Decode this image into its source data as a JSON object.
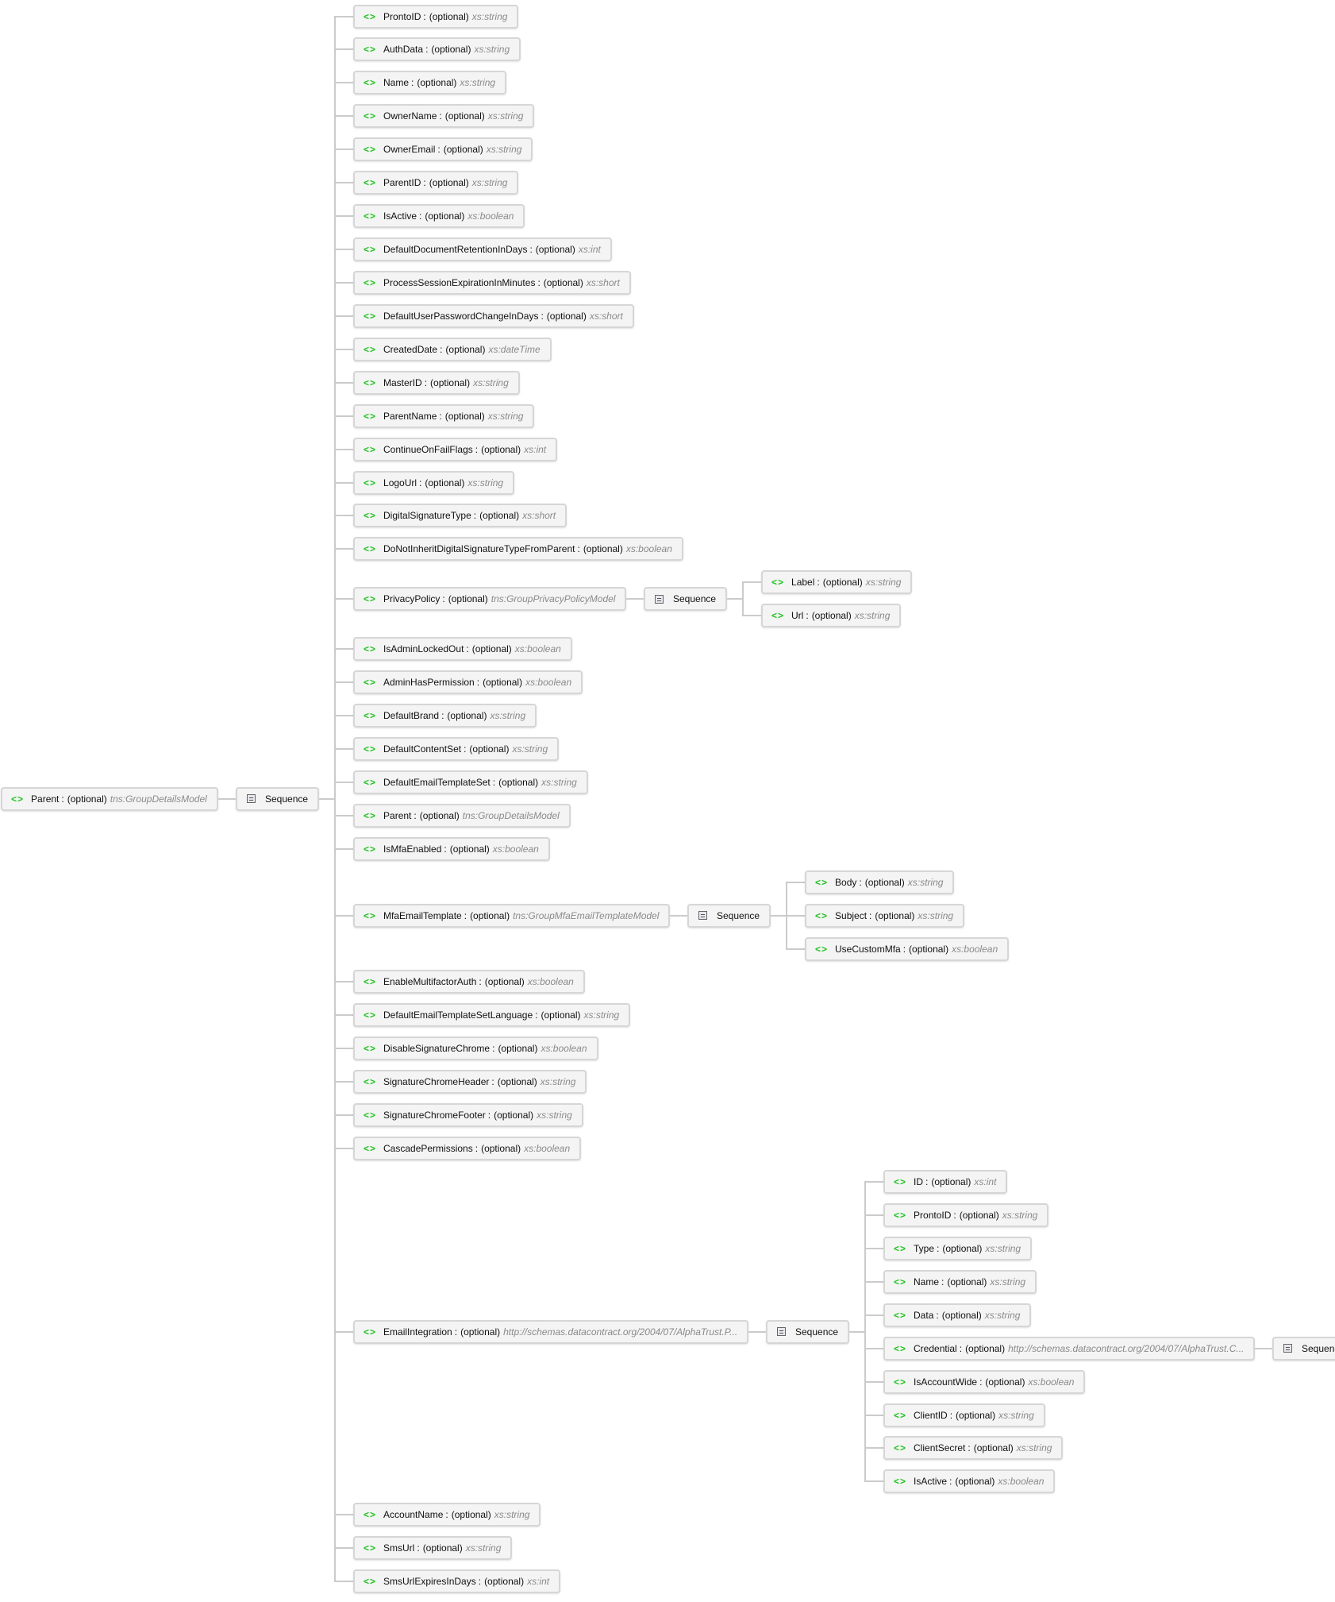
{
  "root": {
    "name": "Parent",
    "occurs": "(optional)",
    "type": "tns:GroupDetailsModel",
    "sequence": {
      "label": "Sequence",
      "children": [
        {
          "name": "ProntoID",
          "occurs": "(optional)",
          "type": "xs:string"
        },
        {
          "name": "AuthData",
          "occurs": "(optional)",
          "type": "xs:string"
        },
        {
          "name": "Name",
          "occurs": "(optional)",
          "type": "xs:string"
        },
        {
          "name": "OwnerName",
          "occurs": "(optional)",
          "type": "xs:string"
        },
        {
          "name": "OwnerEmail",
          "occurs": "(optional)",
          "type": "xs:string"
        },
        {
          "name": "ParentID",
          "occurs": "(optional)",
          "type": "xs:string"
        },
        {
          "name": "IsActive",
          "occurs": "(optional)",
          "type": "xs:boolean"
        },
        {
          "name": "DefaultDocumentRetentionInDays",
          "occurs": "(optional)",
          "type": "xs:int"
        },
        {
          "name": "ProcessSessionExpirationInMinutes",
          "occurs": "(optional)",
          "type": "xs:short"
        },
        {
          "name": "DefaultUserPasswordChangeInDays",
          "occurs": "(optional)",
          "type": "xs:short"
        },
        {
          "name": "CreatedDate",
          "occurs": "(optional)",
          "type": "xs:dateTime"
        },
        {
          "name": "MasterID",
          "occurs": "(optional)",
          "type": "xs:string"
        },
        {
          "name": "ParentName",
          "occurs": "(optional)",
          "type": "xs:string"
        },
        {
          "name": "ContinueOnFailFlags",
          "occurs": "(optional)",
          "type": "xs:int"
        },
        {
          "name": "LogoUrl",
          "occurs": "(optional)",
          "type": "xs:string"
        },
        {
          "name": "DigitalSignatureType",
          "occurs": "(optional)",
          "type": "xs:short"
        },
        {
          "name": "DoNotInheritDigitalSignatureTypeFromParent",
          "occurs": "(optional)",
          "type": "xs:boolean"
        },
        {
          "name": "PrivacyPolicy",
          "occurs": "(optional)",
          "type": "tns:GroupPrivacyPolicyModel",
          "sequence": {
            "label": "Sequence",
            "children": [
              {
                "name": "Label",
                "occurs": "(optional)",
                "type": "xs:string"
              },
              {
                "name": "Url",
                "occurs": "(optional)",
                "type": "xs:string"
              }
            ]
          }
        },
        {
          "name": "IsAdminLockedOut",
          "occurs": "(optional)",
          "type": "xs:boolean"
        },
        {
          "name": "AdminHasPermission",
          "occurs": "(optional)",
          "type": "xs:boolean"
        },
        {
          "name": "DefaultBrand",
          "occurs": "(optional)",
          "type": "xs:string"
        },
        {
          "name": "DefaultContentSet",
          "occurs": "(optional)",
          "type": "xs:string"
        },
        {
          "name": "DefaultEmailTemplateSet",
          "occurs": "(optional)",
          "type": "xs:string"
        },
        {
          "name": "Parent",
          "occurs": "(optional)",
          "type": "tns:GroupDetailsModel"
        },
        {
          "name": "IsMfaEnabled",
          "occurs": "(optional)",
          "type": "xs:boolean"
        },
        {
          "name": "MfaEmailTemplate",
          "occurs": "(optional)",
          "type": "tns:GroupMfaEmailTemplateModel",
          "sequence": {
            "label": "Sequence",
            "children": [
              {
                "name": "Body",
                "occurs": "(optional)",
                "type": "xs:string"
              },
              {
                "name": "Subject",
                "occurs": "(optional)",
                "type": "xs:string"
              },
              {
                "name": "UseCustomMfa",
                "occurs": "(optional)",
                "type": "xs:boolean"
              }
            ]
          }
        },
        {
          "name": "EnableMultifactorAuth",
          "occurs": "(optional)",
          "type": "xs:boolean"
        },
        {
          "name": "DefaultEmailTemplateSetLanguage",
          "occurs": "(optional)",
          "type": "xs:string"
        },
        {
          "name": "DisableSignatureChrome",
          "occurs": "(optional)",
          "type": "xs:boolean"
        },
        {
          "name": "SignatureChromeHeader",
          "occurs": "(optional)",
          "type": "xs:string"
        },
        {
          "name": "SignatureChromeFooter",
          "occurs": "(optional)",
          "type": "xs:string"
        },
        {
          "name": "CascadePermissions",
          "occurs": "(optional)",
          "type": "xs:boolean"
        },
        {
          "name": "EmailIntegration",
          "occurs": "(optional)",
          "type": "http://schemas.datacontract.org/2004/07/AlphaTrust.P...",
          "sequence": {
            "label": "Sequence",
            "children": [
              {
                "name": "ID",
                "occurs": "(optional)",
                "type": "xs:int"
              },
              {
                "name": "ProntoID",
                "occurs": "(optional)",
                "type": "xs:string"
              },
              {
                "name": "Type",
                "occurs": "(optional)",
                "type": "xs:string"
              },
              {
                "name": "Name",
                "occurs": "(optional)",
                "type": "xs:string"
              },
              {
                "name": "Data",
                "occurs": "(optional)",
                "type": "xs:string"
              },
              {
                "name": "Credential",
                "occurs": "(optional)",
                "type": "http://schemas.datacontract.org/2004/07/AlphaTrust.C...",
                "sequence": {
                  "label": "Sequence",
                  "children": []
                }
              },
              {
                "name": "IsAccountWide",
                "occurs": "(optional)",
                "type": "xs:boolean"
              },
              {
                "name": "ClientID",
                "occurs": "(optional)",
                "type": "xs:string"
              },
              {
                "name": "ClientSecret",
                "occurs": "(optional)",
                "type": "xs:string"
              },
              {
                "name": "IsActive",
                "occurs": "(optional)",
                "type": "xs:boolean"
              }
            ]
          }
        },
        {
          "name": "AccountName",
          "occurs": "(optional)",
          "type": "xs:string"
        },
        {
          "name": "SmsUrl",
          "occurs": "(optional)",
          "type": "xs:string"
        },
        {
          "name": "SmsUrlExpiresInDays",
          "occurs": "(optional)",
          "type": "xs:int"
        }
      ]
    }
  },
  "colors": {
    "element_icon": "#22c022",
    "type_text": "#8a8a8a",
    "connector": "#cbcbcb",
    "node_bg": "#f4f4f4",
    "node_border": "#d6d6d6"
  },
  "icons": {
    "element": "element-icon",
    "sequence": "sequence-icon"
  },
  "icon_glyphs": {
    "element": "<>"
  }
}
